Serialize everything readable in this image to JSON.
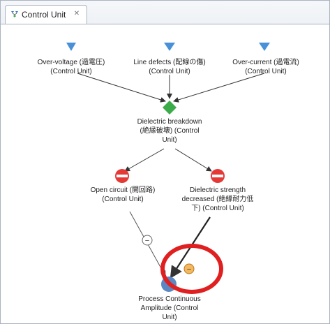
{
  "tab": {
    "title": "Control Unit",
    "close_glyph": "✕",
    "icon": "fault-tree-icon"
  },
  "colors": {
    "event": "#4a90d9",
    "gate": "#3cab4a",
    "inhibit": "#e53935",
    "process": "#5b87c2",
    "negative_marker": "#f4b860",
    "highlight": "#e02020"
  },
  "nodes": {
    "over_voltage": {
      "label": "Over-voltage (過電圧)\n(Control Unit)",
      "icon": "triangle-down-icon"
    },
    "line_defects": {
      "label": "Line defects (配線の傷)\n(Control Unit)",
      "icon": "triangle-down-icon"
    },
    "over_current": {
      "label": "Over-current (過電流)\n(Control Unit)",
      "icon": "triangle-down-icon"
    },
    "dielectric_breakdown": {
      "label": "Dielectric breakdown\n(絶縁破壊) (Control\nUnit)",
      "icon": "diamond-icon"
    },
    "open_circuit": {
      "label": "Open circuit (開回路)\n(Control Unit)",
      "icon": "no-entry-icon"
    },
    "dielectric_strength": {
      "label": "Dielectric strength\ndecreased (絶縁耐力低\n下) (Control Unit)",
      "icon": "no-entry-icon"
    },
    "process": {
      "label": "Process Continuous\nAmplitude (Control\nUnit)",
      "icon": "circle-icon"
    }
  },
  "edge_markers": {
    "open_circuit_to_process": "−",
    "dielectric_strength_to_process": "−"
  }
}
